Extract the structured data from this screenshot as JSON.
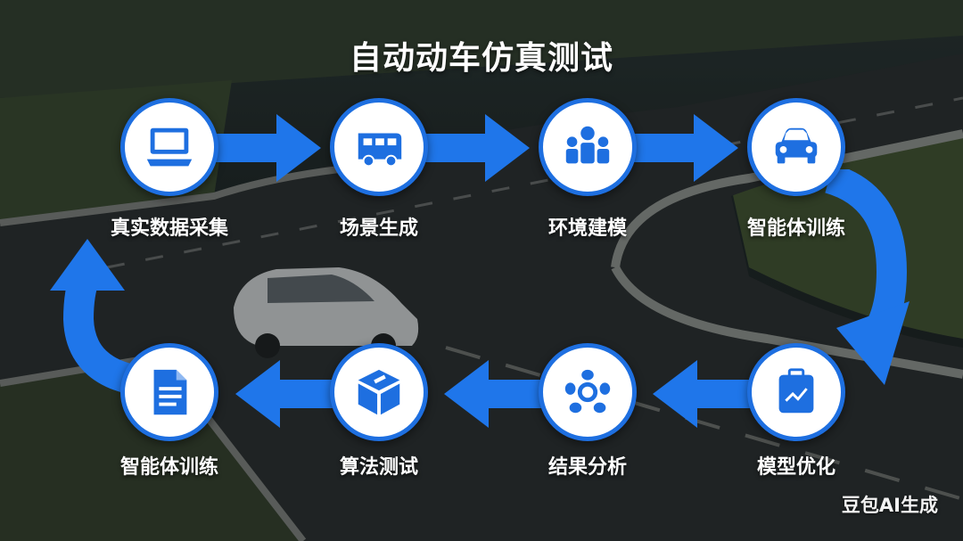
{
  "title": "自动动车仿真测试",
  "watermark": "豆包AI生成",
  "colors": {
    "accent": "#1e6fe0",
    "circle_fill": "#ffffff",
    "label_text": "#ffffff"
  },
  "steps": [
    {
      "label": "真实数据采集",
      "icon": "monitor-icon"
    },
    {
      "label": "场景生成",
      "icon": "truck-icon"
    },
    {
      "label": "环境建模",
      "icon": "people-group-icon"
    },
    {
      "label": "智能体训练",
      "icon": "car-icon"
    },
    {
      "label": "模型优化",
      "icon": "clipboard-chart-icon"
    },
    {
      "label": "结果分析",
      "icon": "hub-icon"
    },
    {
      "label": "算法测试",
      "icon": "box-icon"
    },
    {
      "label": "智能体训练",
      "icon": "document-icon"
    }
  ]
}
